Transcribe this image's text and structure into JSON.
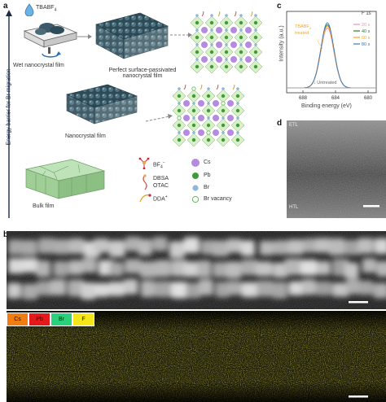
{
  "panel_labels": {
    "a": "a",
    "b": "b",
    "c": "c",
    "d": "d"
  },
  "panel_a": {
    "axis_label": "Energy barrier for Br migration",
    "tbabf4": "TBABF",
    "tbabf4_sub": "4",
    "wet_film": "Wet nanocrystal film",
    "perfect_film_line1": "Perfect surface-passivated",
    "perfect_film_line2": "nanocrystal film",
    "nanocrystal_film": "Nanocrystal film",
    "bulk_film": "Bulk film",
    "legend": {
      "bf4": "BF",
      "bf4_sup": "4",
      "bf4_sign": "−",
      "dbsa": "DBSA",
      "otac": "OTAC",
      "dda": "DDA",
      "dda_sup": "+",
      "cs": "Cs",
      "pb": "Pb",
      "br": "Br",
      "br_vacancy": "Br vacancy"
    },
    "colors": {
      "cs": "#b48be0",
      "pb": "#3f9b3a",
      "br": "#8fb6dc",
      "vacancy_ring": "#5cbf4e",
      "arrow": "#2a6fb0"
    }
  },
  "panel_b": {
    "map_labels": [
      "Cs",
      "Pb",
      "Br",
      "F"
    ],
    "map_colors": [
      "#f07d14",
      "#e3191b",
      "#29d17a",
      "#f3e61a"
    ]
  },
  "panel_c": {
    "title": "F 1s",
    "xlabel": "Binding energy (eV)",
    "ylabel": "Intensity (a.u.)",
    "annotation_line1": "TBABF",
    "annotation_line1_sub": "4",
    "annotation_line2": "treated",
    "untreated_label": "Untreated",
    "x_ticks": [
      "688",
      "684",
      "680"
    ]
  },
  "panel_d": {
    "top_label": "ETL",
    "bottom_label": "HTL"
  },
  "chart_data": {
    "type": "line",
    "title": "F 1s",
    "xlabel": "Binding energy (eV)",
    "ylabel": "Intensity (a.u.)",
    "xlim": [
      690,
      679
    ],
    "x_reversed": true,
    "x_ticks": [
      688,
      684,
      680
    ],
    "peak_center": 685.0,
    "peak_sigma": 0.8,
    "series": [
      {
        "name": "20 s",
        "color": "#f48fb1",
        "peak": 0.92
      },
      {
        "name": "40 s",
        "color": "#2e7d32",
        "peak": 0.97
      },
      {
        "name": "60 s",
        "color": "#f5a623",
        "peak": 0.95
      },
      {
        "name": "80 s",
        "color": "#3a78c2",
        "peak": 1.0
      },
      {
        "name": "Untreated",
        "color": "#9e9e9e",
        "peak": 0.0
      }
    ]
  }
}
